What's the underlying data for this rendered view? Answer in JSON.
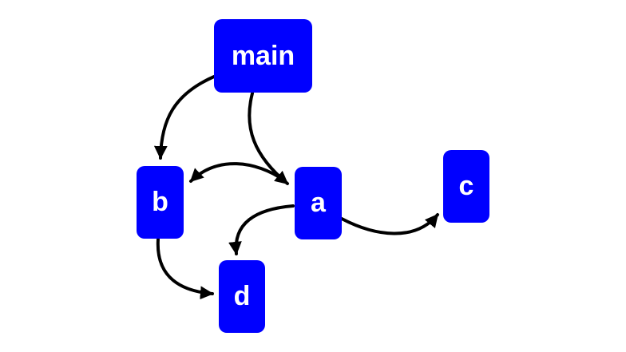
{
  "diagram": {
    "background": "#ffffff",
    "node_color": "#0000ff",
    "label_color": "#ffffff",
    "edge_color": "#000000",
    "nodes": {
      "main": {
        "label": "main"
      },
      "b": {
        "label": "b"
      },
      "a": {
        "label": "a"
      },
      "c": {
        "label": "c"
      },
      "d": {
        "label": "d"
      }
    },
    "edges": [
      {
        "from": "main",
        "to": "b"
      },
      {
        "from": "main",
        "to": "a"
      },
      {
        "from": "a",
        "to": "b"
      },
      {
        "from": "a",
        "to": "d"
      },
      {
        "from": "a",
        "to": "c"
      },
      {
        "from": "b",
        "to": "d"
      }
    ]
  }
}
